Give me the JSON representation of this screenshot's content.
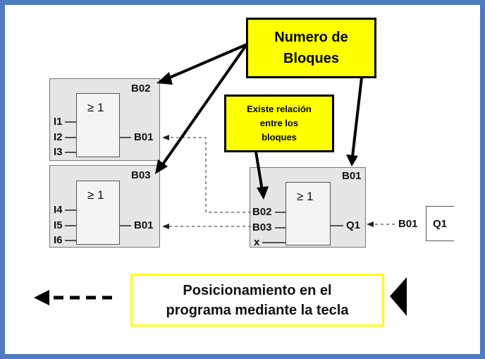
{
  "callouts": {
    "numero_line1": "Numero de",
    "numero_line2": "Bloques",
    "relacion_line1": "Existe relación",
    "relacion_line2": "entre los",
    "relacion_line3": "bloques"
  },
  "blocks": {
    "b02": {
      "title": "B02",
      "gate": "≥ 1",
      "inputs": [
        "I1",
        "I2",
        "I3"
      ],
      "output": "B01"
    },
    "b03": {
      "title": "B03",
      "gate": "≥ 1",
      "inputs": [
        "I4",
        "I5",
        "I6"
      ],
      "output": "B01"
    },
    "b01": {
      "title": "B01",
      "gate": "≥ 1",
      "inputs": [
        "B02",
        "B03",
        "x"
      ],
      "output": "Q1"
    }
  },
  "output_stage": {
    "source": "B01",
    "target": "Q1"
  },
  "caption": {
    "line1": "Posicionamiento en el",
    "line2": "programa mediante la tecla"
  }
}
